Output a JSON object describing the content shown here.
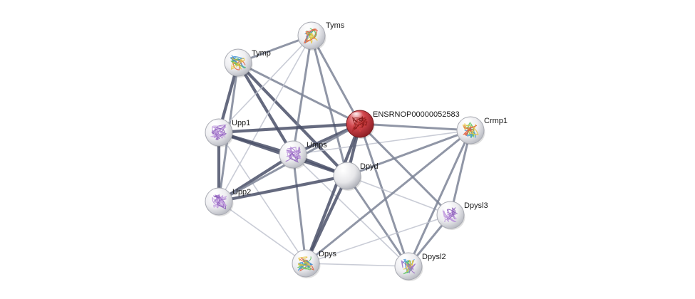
{
  "network": {
    "nodes": [
      {
        "id": "tyms",
        "label": "Tyms",
        "style": "structure",
        "palette": [
          "#3a8fd6",
          "#5cc25c",
          "#e8c23a",
          "#e05a3a"
        ]
      },
      {
        "id": "tymp",
        "label": "Tymp",
        "style": "structure",
        "palette": [
          "#e05a3a",
          "#5cc25c",
          "#3a8fd6",
          "#e8c23a"
        ]
      },
      {
        "id": "query",
        "label": "ENSRNOP00000052583",
        "style": "query",
        "palette": [
          "#b02a2a",
          "#7a1515",
          "#d04040",
          "#8a1a1a"
        ]
      },
      {
        "id": "crmp1",
        "label": "Crmp1",
        "style": "structure",
        "palette": [
          "#5cc25c",
          "#3a8fd6",
          "#e8c23a",
          "#e05a3a"
        ]
      },
      {
        "id": "upp1",
        "label": "Upp1",
        "style": "structure",
        "palette": [
          "#9a6cc4",
          "#b58ad8",
          "#8a5ab8",
          "#c4a0e0"
        ]
      },
      {
        "id": "umps",
        "label": "Umps",
        "style": "structure",
        "palette": [
          "#9a6cc4",
          "#b58ad8",
          "#8a5ab8",
          "#c4a0e0"
        ]
      },
      {
        "id": "dpyd",
        "label": "Dpyd",
        "style": "empty",
        "palette": []
      },
      {
        "id": "upp2",
        "label": "Upp2",
        "style": "structure",
        "palette": [
          "#9a6cc4",
          "#b58ad8",
          "#8a5ab8",
          "#c4a0e0"
        ]
      },
      {
        "id": "dpysl3",
        "label": "Dpysl3",
        "style": "structure",
        "palette": [
          "#9a6cc4",
          "#b58ad8",
          "#8a5ab8",
          "#c4a0e0"
        ]
      },
      {
        "id": "dpys",
        "label": "Dpys",
        "style": "structure",
        "palette": [
          "#e05a3a",
          "#5cc25c",
          "#3a8fd6",
          "#e8c23a"
        ]
      },
      {
        "id": "dpysl2",
        "label": "Dpysl2",
        "style": "structure",
        "palette": [
          "#3a8fd6",
          "#5cc25c",
          "#e8c23a",
          "#9a6cc4"
        ]
      }
    ],
    "edges": [
      {
        "source": "tymp",
        "target": "upp1",
        "strength": "strong"
      },
      {
        "source": "tymp",
        "target": "umps",
        "strength": "strong"
      },
      {
        "source": "tymp",
        "target": "dpyd",
        "strength": "strong"
      },
      {
        "source": "tymp",
        "target": "query",
        "strength": "medium"
      },
      {
        "source": "tymp",
        "target": "tyms",
        "strength": "medium"
      },
      {
        "source": "tymp",
        "target": "upp2",
        "strength": "medium"
      },
      {
        "source": "tyms",
        "target": "query",
        "strength": "medium"
      },
      {
        "source": "tyms",
        "target": "dpyd",
        "strength": "medium"
      },
      {
        "source": "tyms",
        "target": "umps",
        "strength": "medium"
      },
      {
        "source": "tyms",
        "target": "upp1",
        "strength": "weak"
      },
      {
        "source": "tyms",
        "target": "upp2",
        "strength": "weak"
      },
      {
        "source": "upp1",
        "target": "query",
        "strength": "strong"
      },
      {
        "source": "upp1",
        "target": "umps",
        "strength": "strong"
      },
      {
        "source": "upp1",
        "target": "dpyd",
        "strength": "strong"
      },
      {
        "source": "upp1",
        "target": "upp2",
        "strength": "strong"
      },
      {
        "source": "upp1",
        "target": "dpys",
        "strength": "weak"
      },
      {
        "source": "umps",
        "target": "query",
        "strength": "strong"
      },
      {
        "source": "umps",
        "target": "dpyd",
        "strength": "strong"
      },
      {
        "source": "umps",
        "target": "upp2",
        "strength": "strong"
      },
      {
        "source": "umps",
        "target": "dpys",
        "strength": "medium"
      },
      {
        "source": "umps",
        "target": "crmp1",
        "strength": "weak"
      },
      {
        "source": "umps",
        "target": "dpysl2",
        "strength": "weak"
      },
      {
        "source": "upp2",
        "target": "query",
        "strength": "medium"
      },
      {
        "source": "upp2",
        "target": "dpyd",
        "strength": "strong"
      },
      {
        "source": "upp2",
        "target": "dpys",
        "strength": "weak"
      },
      {
        "source": "query",
        "target": "dpyd",
        "strength": "strong"
      },
      {
        "source": "query",
        "target": "crmp1",
        "strength": "medium"
      },
      {
        "source": "query",
        "target": "dpys",
        "strength": "strong"
      },
      {
        "source": "query",
        "target": "dpysl3",
        "strength": "medium"
      },
      {
        "source": "query",
        "target": "dpysl2",
        "strength": "medium"
      },
      {
        "source": "dpyd",
        "target": "dpys",
        "strength": "strong"
      },
      {
        "source": "dpyd",
        "target": "crmp1",
        "strength": "medium"
      },
      {
        "source": "dpyd",
        "target": "dpysl2",
        "strength": "medium"
      },
      {
        "source": "dpyd",
        "target": "dpysl3",
        "strength": "weak"
      },
      {
        "source": "crmp1",
        "target": "dpysl3",
        "strength": "medium"
      },
      {
        "source": "crmp1",
        "target": "dpysl2",
        "strength": "medium"
      },
      {
        "source": "crmp1",
        "target": "dpys",
        "strength": "medium"
      },
      {
        "source": "dpysl3",
        "target": "dpysl2",
        "strength": "medium"
      },
      {
        "source": "dpysl3",
        "target": "dpys",
        "strength": "weak"
      },
      {
        "source": "dpys",
        "target": "dpysl2",
        "strength": "weak"
      }
    ]
  },
  "colors": {
    "edge_strong": "#4a5068",
    "edge_medium": "#7d8497",
    "edge_weak": "#bfc3cf",
    "node_fill": "#f4f4f6",
    "node_rim": "#a8aab2",
    "query_fill": "#c03038",
    "query_rim": "#7a1a1e",
    "label": "#1a1a1a"
  }
}
